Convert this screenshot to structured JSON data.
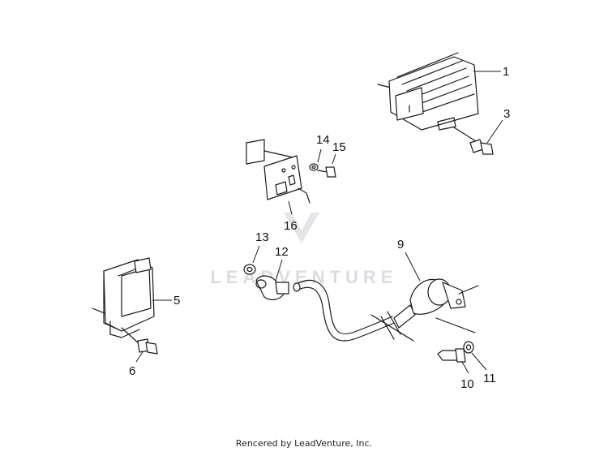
{
  "callouts": {
    "c1": "1",
    "c3": "3",
    "c5": "5",
    "c6": "6",
    "c9": "9",
    "c10": "10",
    "c11": "11",
    "c12": "12",
    "c13": "13",
    "c14": "14",
    "c15": "15",
    "c16": "16"
  },
  "watermark": "LEADVENTURE",
  "footer": "Rencered by LeadVenture, Inc."
}
